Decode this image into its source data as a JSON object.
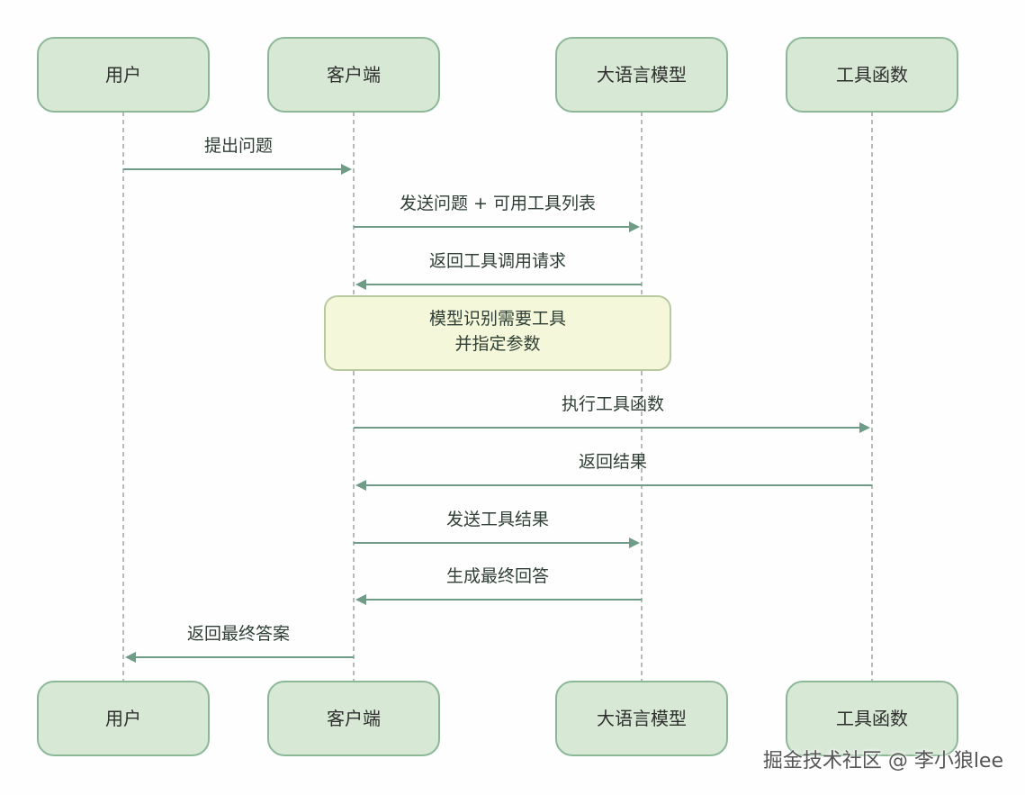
{
  "participants": [
    {
      "label": "用户"
    },
    {
      "label": "客户端"
    },
    {
      "label": "大语言模型"
    },
    {
      "label": "工具函数"
    }
  ],
  "messages": [
    {
      "from": 0,
      "to": 1,
      "label": "提出问题"
    },
    {
      "from": 1,
      "to": 2,
      "label": "发送问题 + 可用工具列表"
    },
    {
      "from": 2,
      "to": 1,
      "label": "返回工具调用请求"
    },
    {
      "note": true,
      "lines": [
        "模型识别需要工具",
        "并指定参数"
      ]
    },
    {
      "from": 1,
      "to": 3,
      "label": "执行工具函数"
    },
    {
      "from": 3,
      "to": 1,
      "label": "返回结果"
    },
    {
      "from": 1,
      "to": 2,
      "label": "发送工具结果"
    },
    {
      "from": 2,
      "to": 1,
      "label": "生成最终回答"
    },
    {
      "from": 1,
      "to": 0,
      "label": "返回最终答案"
    }
  ],
  "colors": {
    "actor_fill": "#d7e8d5",
    "actor_stroke": "#8cb897",
    "arrow": "#6f9c86",
    "note_fill": "#f4f7d9",
    "note_stroke": "#b8c9a0"
  },
  "watermark": "掘金技术社区 @ 李小狼lee"
}
